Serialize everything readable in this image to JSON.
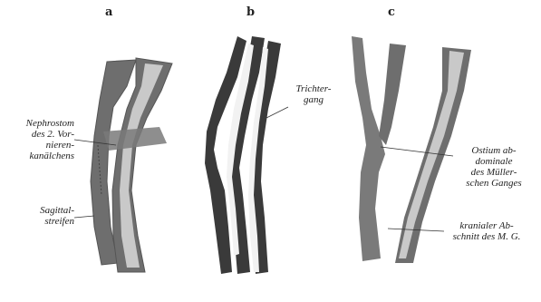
{
  "panels": {
    "a": "a",
    "b": "b",
    "c": "c"
  },
  "labels": {
    "nephrostom": [
      "Nephrostom",
      "des 2. Vor-",
      "nieren-",
      "kanälchens"
    ],
    "sagittal": [
      "Sagittal-",
      "streifen"
    ],
    "trichter": [
      "Trichter-",
      "gang"
    ],
    "ostium": [
      "Ostium ab-",
      "dominale",
      "des Müller-",
      "schen Ganges"
    ],
    "kranial": [
      "kranialer Ab-",
      "schnitt des M. G."
    ]
  },
  "colors": {
    "outer": "#6e6e6e",
    "inner": "#c9c9c9",
    "dark": "#3a3a3a",
    "ink": "#222222"
  }
}
